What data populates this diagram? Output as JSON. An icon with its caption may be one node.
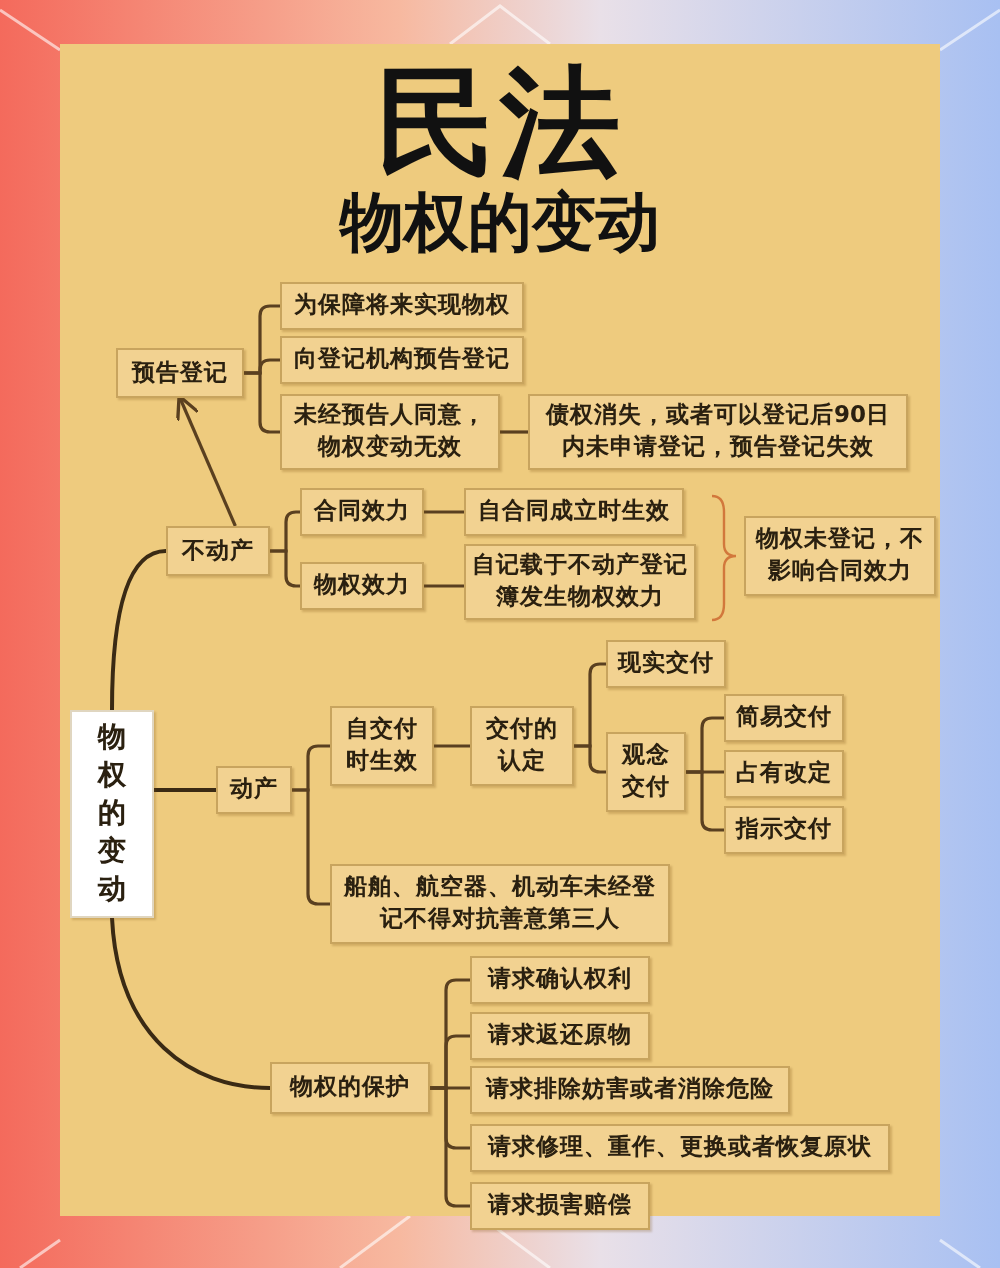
{
  "diagram": {
    "title": "民法",
    "nodes": [
      {
        "text": [
          "物权的变动"
        ]
      },
      {
        "text": [
          "不动产"
        ]
      },
      {
        "text": [
          "预告登记"
        ]
      },
      {
        "text": [
          "为保障将来实现物权"
        ]
      },
      {
        "text": [
          "向登记机构预告登记"
        ]
      },
      {
        "text": [
          "未经预告人同意，物权变动无效"
        ]
      },
      {
        "text": [
          "债权消失，或者可以登记后90日内未申请登记，预告登记失效"
        ]
      },
      {
        "text": [
          "合同效力"
        ]
      },
      {
        "text": [
          "自合同成立时生效"
        ]
      },
      {
        "text": [
          "物权效力"
        ]
      },
      {
        "text": [
          "自记载于不动产登记簿发生物权效力"
        ]
      },
      {
        "text": [
          "物权未登记，不影响合同效力"
        ]
      },
      {
        "text": [
          "动产"
        ]
      },
      {
        "text": [
          "自交付时生效"
        ]
      },
      {
        "text": [
          "交付的认定"
        ]
      },
      {
        "text": [
          "现实交付"
        ]
      },
      {
        "text": [
          "观念交付"
        ]
      },
      {
        "text": [
          "简易交付"
        ]
      },
      {
        "text": [
          "占有改定"
        ]
      },
      {
        "text": [
          "指示交付"
        ]
      },
      {
        "text": [
          "船舶、航空器、机动车未经登记不得对抗善意第三人"
        ]
      },
      {
        "text": [
          "物权的保护"
        ]
      },
      {
        "text": [
          "请求确认权利"
        ]
      },
      {
        "text": [
          "请求返还原物"
        ]
      },
      {
        "text": [
          "请求排除妨害或者消除危险"
        ]
      },
      {
        "text": [
          "请求修理、重作、更换或者恢复原状"
        ]
      },
      {
        "text": [
          "请求损害赔偿"
        ]
      }
    ],
    "edges": [
      {
        "from": 0,
        "to": 1,
        "arrow": "none"
      },
      {
        "from": 1,
        "to": 2,
        "arrow": "to"
      },
      {
        "from": 2,
        "to": 3,
        "arrow": "none"
      },
      {
        "from": 2,
        "to": 4,
        "arrow": "none"
      },
      {
        "from": 2,
        "to": 5,
        "arrow": "none"
      },
      {
        "from": 5,
        "to": 6,
        "arrow": "none"
      },
      {
        "from": 1,
        "to": 7,
        "arrow": "none"
      },
      {
        "from": 1,
        "to": 9,
        "arrow": "none"
      },
      {
        "from": 7,
        "to": 8,
        "arrow": "none"
      },
      {
        "from": 9,
        "to": 10,
        "arrow": "none"
      },
      {
        "from": 0,
        "to": 12,
        "arrow": "none"
      },
      {
        "from": 12,
        "to": 13,
        "arrow": "none"
      },
      {
        "from": 12,
        "to": 20,
        "arrow": "none"
      },
      {
        "from": 13,
        "to": 14,
        "arrow": "none"
      },
      {
        "from": 14,
        "to": 15,
        "arrow": "none"
      },
      {
        "from": 14,
        "to": 16,
        "arrow": "none"
      },
      {
        "from": 16,
        "to": 17,
        "arrow": "none"
      },
      {
        "from": 16,
        "to": 18,
        "arrow": "none"
      },
      {
        "from": 16,
        "to": 19,
        "arrow": "none"
      },
      {
        "from": 0,
        "to": 21,
        "arrow": "none"
      },
      {
        "from": 21,
        "to": 22,
        "arrow": "none"
      },
      {
        "from": 21,
        "to": 23,
        "arrow": "none"
      },
      {
        "from": 21,
        "to": 24,
        "arrow": "none"
      },
      {
        "from": 21,
        "to": 25,
        "arrow": "none"
      },
      {
        "from": 21,
        "to": 26,
        "arrow": "none"
      }
    ],
    "labels": [
      "物权的变动"
    ]
  }
}
